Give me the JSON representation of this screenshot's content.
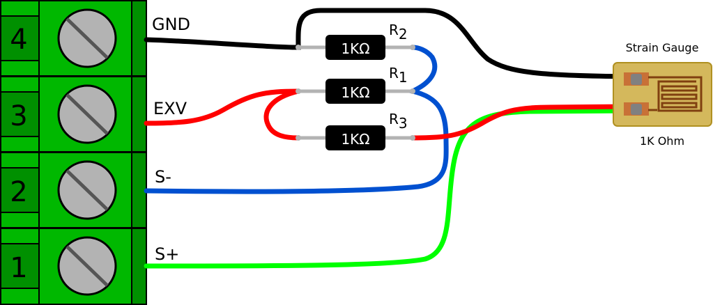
{
  "terminals": [
    {
      "number": "4",
      "label": "GND"
    },
    {
      "number": "3",
      "label": "EXV"
    },
    {
      "number": "2",
      "label": "S-"
    },
    {
      "number": "1",
      "label": "S+"
    }
  ],
  "resistors": [
    {
      "name": "R",
      "sub": "2",
      "value": "1KΩ"
    },
    {
      "name": "R",
      "sub": "1",
      "value": "1KΩ"
    },
    {
      "name": "R",
      "sub": "3",
      "value": "1KΩ"
    }
  ],
  "gauge": {
    "title": "Strain Gauge",
    "value": "1K Ohm"
  },
  "colors": {
    "gnd": "#000000",
    "exv": "#ff0000",
    "sminus": "#0050d0",
    "splus": "#00ff00",
    "block": "#00b800",
    "blockDark": "#009000"
  }
}
